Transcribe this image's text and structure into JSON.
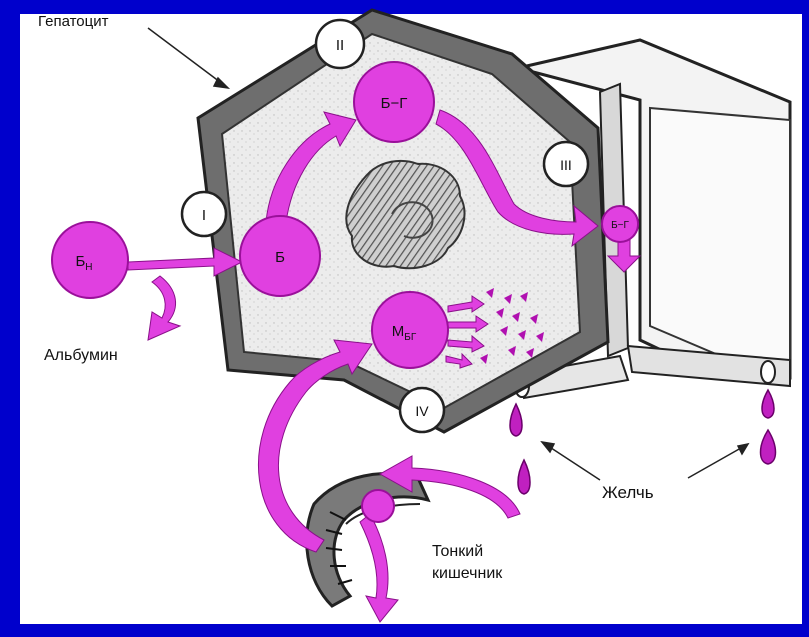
{
  "labels": {
    "hepatocyte": "Гепатоцит",
    "albumin": "Альбумин",
    "bile": "Желчь",
    "intestine_line1": "Тонкий",
    "intestine_line2": "кишечник"
  },
  "stages": {
    "s1": "I",
    "s2": "II",
    "s3": "III",
    "s4": "IV"
  },
  "nodes": {
    "bn_main": "Б",
    "bn_sub": "Н",
    "b": "Б",
    "bg": "Б−Г",
    "bg_small": "Б−Г",
    "mbg_main": "М",
    "mbg_sub": "БГ"
  },
  "colors": {
    "background": "#0000cc",
    "panel": "#ffffff",
    "accent": "#e040e0",
    "accent_dark": "#b010b0",
    "wall": "#6a6a6a",
    "cytoplasm": "#ededed",
    "text": "#111111"
  }
}
